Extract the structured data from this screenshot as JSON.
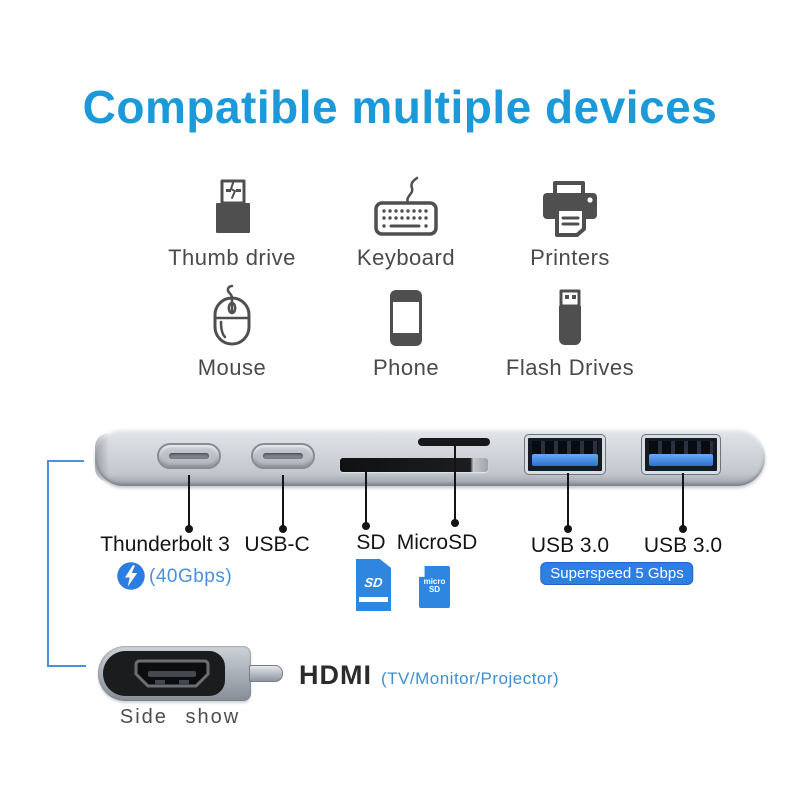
{
  "title": "Compatible multiple devices",
  "devices": {
    "items": [
      {
        "label": "Thumb drive"
      },
      {
        "label": "Keyboard"
      },
      {
        "label": "Printers"
      },
      {
        "label": "Mouse"
      },
      {
        "label": "Phone"
      },
      {
        "label": "Flash Drives"
      }
    ]
  },
  "hub": {
    "port_labels": {
      "thunderbolt": "Thunderbolt 3",
      "thunderbolt_speed": "(40Gbps)",
      "usbc": "USB-C",
      "sd": "SD",
      "microsd": "MicroSD",
      "usb30_left": "USB 3.0",
      "usb30_right": "USB 3.0"
    },
    "badge": "Superspeed 5 Gbps",
    "sd_card_text": "SD",
    "microsd_card_text": "micro SD"
  },
  "adapter": {
    "caption": "Side show",
    "hdmi_label": "HDMI",
    "hdmi_note": "(TV/Monitor/Projector)"
  },
  "colors": {
    "title_blue": "#1b99d8",
    "accent_blue": "#4a90e2",
    "badge_blue": "#2e7fe2",
    "card_blue": "#2e86e0",
    "icon_gray": "#4f4f4f"
  }
}
